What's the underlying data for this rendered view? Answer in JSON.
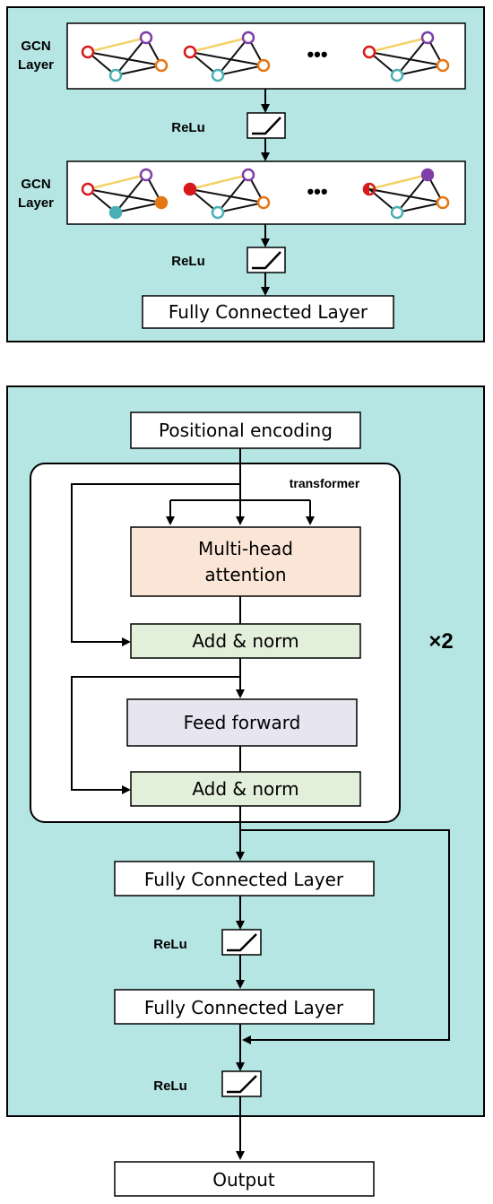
{
  "gcn_section": {
    "layer1_label_line1": "GCN",
    "layer1_label_line2": "Layer",
    "layer2_label_line1": "GCN",
    "layer2_label_line2": "Layer",
    "ellipsis": "•••",
    "relu1": "ReLu",
    "relu2": "ReLu",
    "fc_layer": "Fully Connected Layer"
  },
  "transformer_section": {
    "positional_encoding": "Positional encoding",
    "transformer_label": "transformer",
    "multi_head_line1": "Multi-head",
    "multi_head_line2": "attention",
    "add_norm_1": "Add & norm",
    "feed_forward": "Feed forward",
    "add_norm_2": "Add & norm",
    "repeat_label": "×2",
    "fc_layer_1": "Fully Connected Layer",
    "relu_1": "ReLu",
    "fc_layer_2": "Fully Connected Layer",
    "relu_2": "ReLu"
  },
  "output_label": "Output",
  "colors": {
    "panel_bg": "#b5e6e3",
    "multi_head_fill": "#fbe5d6",
    "add_norm_fill": "#e2efda",
    "feed_forward_fill": "#e7e6f0",
    "node_red": "#d7191c",
    "node_purple": "#7e3fa8",
    "node_orange": "#e67613",
    "node_teal": "#4bb0b4",
    "edge_yellow": "#f2d268"
  }
}
